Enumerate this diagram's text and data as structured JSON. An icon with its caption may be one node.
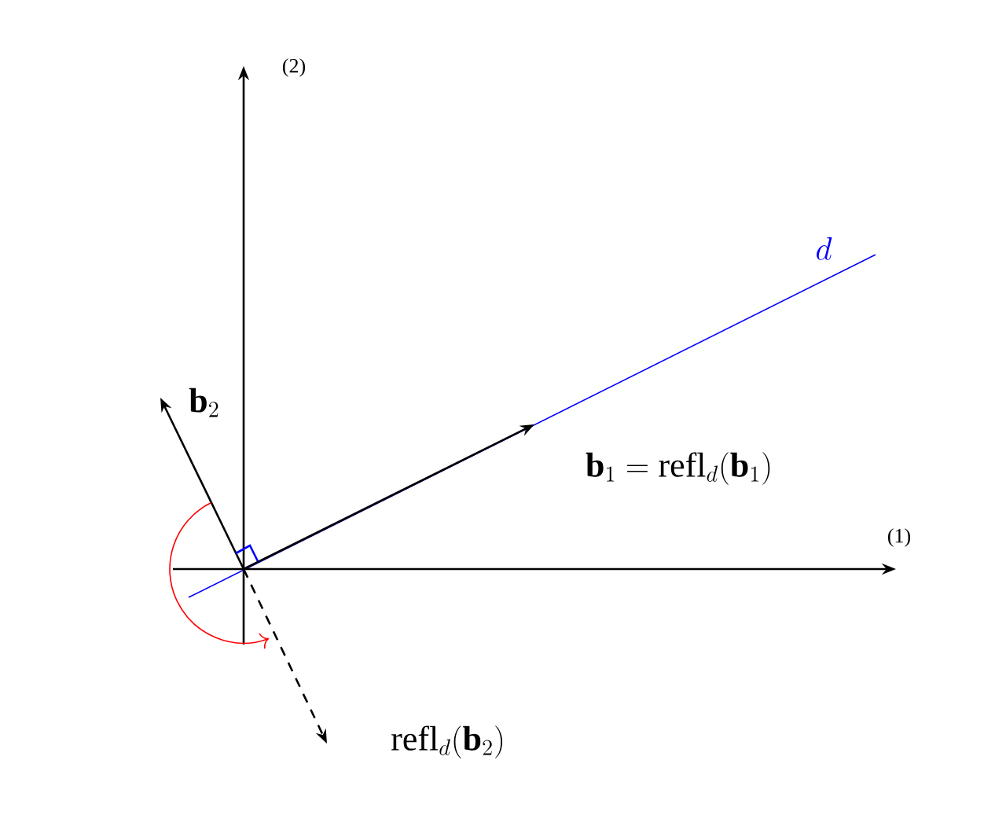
{
  "diagram": {
    "labels": [
      "(2)",
      "d",
      "\\mathbf{b}_2",
      "\\mathbf{b}_1 = \\mathrm{refl}_d(\\mathbf{b}_1)",
      "(1)",
      "\\mathrm{refl}_d(\\mathbf{b}_2)"
    ]
  }
}
